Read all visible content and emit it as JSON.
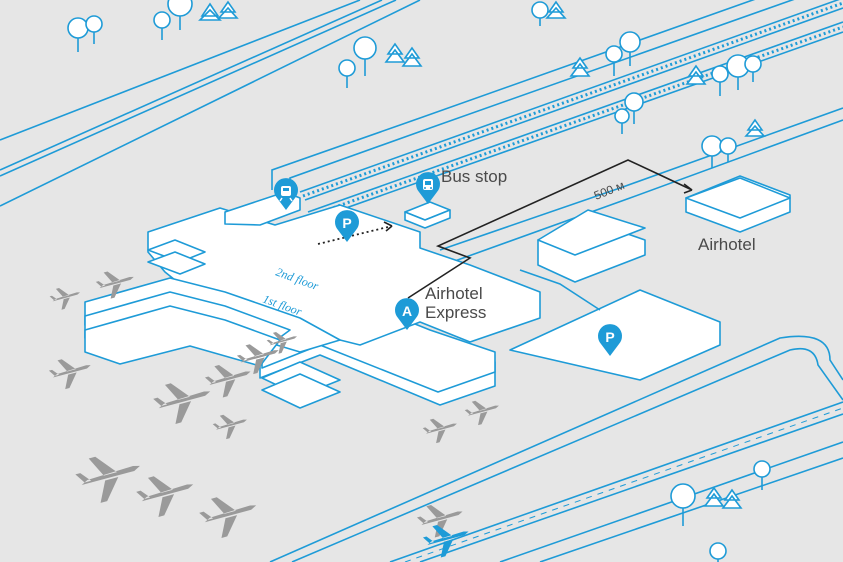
{
  "labels": {
    "bus_stop": "Bus stop",
    "distance": "500 м",
    "airhotel": "Airhotel",
    "airhotel_express_line1": "Airhotel",
    "airhotel_express_line2": "Express",
    "floor_2": "2nd floor",
    "floor_1": "1st floor"
  },
  "markers": {
    "parking_terminal": "P",
    "parking_lot": "P",
    "airhotel_express": "A"
  },
  "icons": {
    "train": "train-icon",
    "bus": "bus-icon"
  },
  "colors": {
    "accent": "#1e9bd7",
    "background": "#e6e6e6",
    "plane": "#9a9a9a",
    "text": "#4a4a4a"
  }
}
